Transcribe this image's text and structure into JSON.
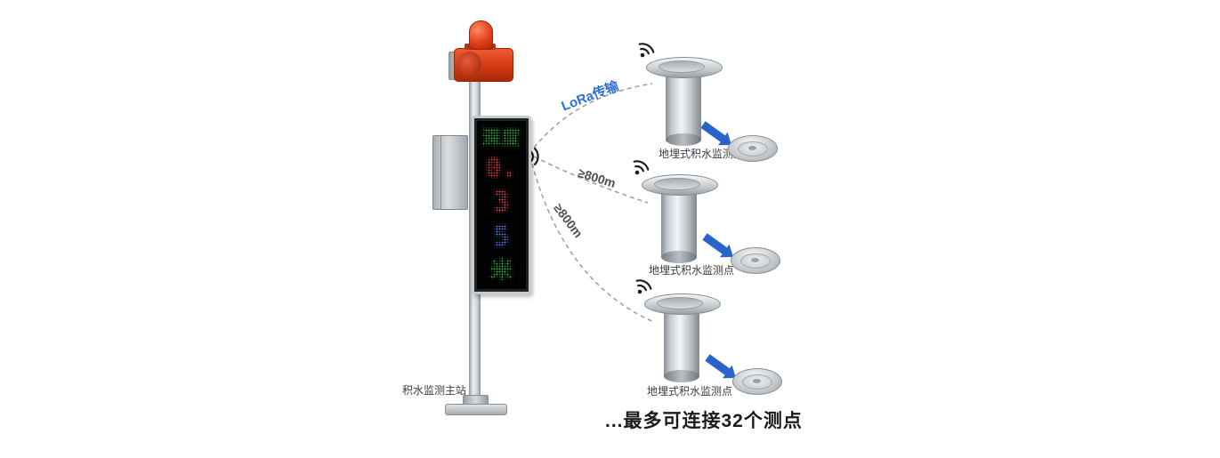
{
  "main_station": {
    "label": "积水监测主站",
    "led_lines": [
      {
        "text": "深度",
        "color": "#35d04a"
      },
      {
        "text": "0.",
        "color": "#ff4040"
      },
      {
        "text": "3",
        "color": "#ff4d66"
      },
      {
        "text": "5",
        "color": "#5b8dff"
      },
      {
        "text": "米",
        "color": "#35d04a"
      }
    ]
  },
  "links": [
    {
      "label": "LoRa传输"
    },
    {
      "label": "≥800m"
    },
    {
      "label": "≥800m"
    }
  ],
  "sensors": [
    {
      "label": "地埋式积水监测点"
    },
    {
      "label": "地埋式积水监测点"
    },
    {
      "label": "地埋式积水监测点"
    }
  ],
  "footer": "...最多可连接32个测点",
  "colors": {
    "beacon_red": "#d23a14",
    "arrow_blue": "#2a63c9",
    "lora_blue": "#2f6fd6",
    "curve_gray": "#9aa3a8",
    "led_green": "#35d04a",
    "led_red": "#ff4040"
  }
}
